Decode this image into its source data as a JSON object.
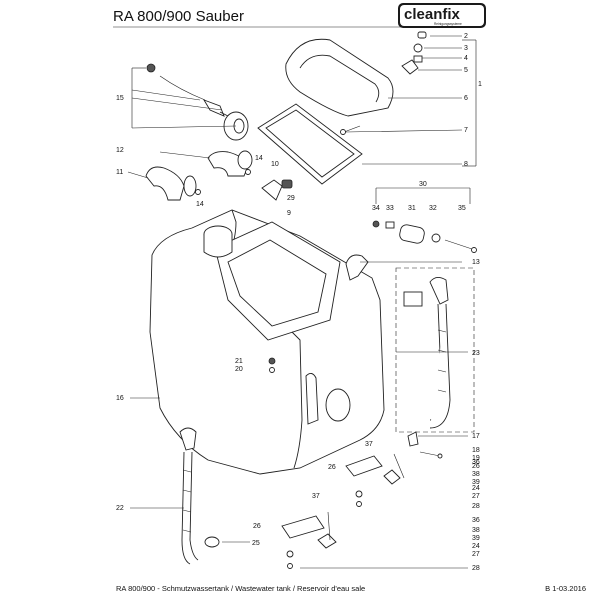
{
  "header": {
    "title": "RA 800/900 Sauber",
    "brand": {
      "name": "cleanfix",
      "tagline": "Reinigungssysteme"
    }
  },
  "footer": {
    "caption": "RA 800/900 - Schmutzwassertank / Wastewater tank / Reservoir d'eau sale",
    "doc_code": "B 1-03.2016"
  },
  "callouts": [
    "1",
    "2",
    "3",
    "4",
    "5",
    "6",
    "7",
    "8",
    "9",
    "10",
    "11",
    "12",
    "13",
    "14",
    "14",
    "15",
    "16",
    "17",
    "18",
    "19",
    "20",
    "21",
    "22",
    "23",
    "24",
    "24",
    "25",
    "26",
    "26",
    "26",
    "27",
    "27",
    "28",
    "28",
    "29",
    "30",
    "31",
    "32",
    "33",
    "34",
    "35",
    "36",
    "36",
    "37",
    "37",
    "38",
    "38",
    "39",
    "39"
  ],
  "colors": {
    "line": "#222222",
    "shade": "#555555",
    "paper": "#ffffff"
  }
}
